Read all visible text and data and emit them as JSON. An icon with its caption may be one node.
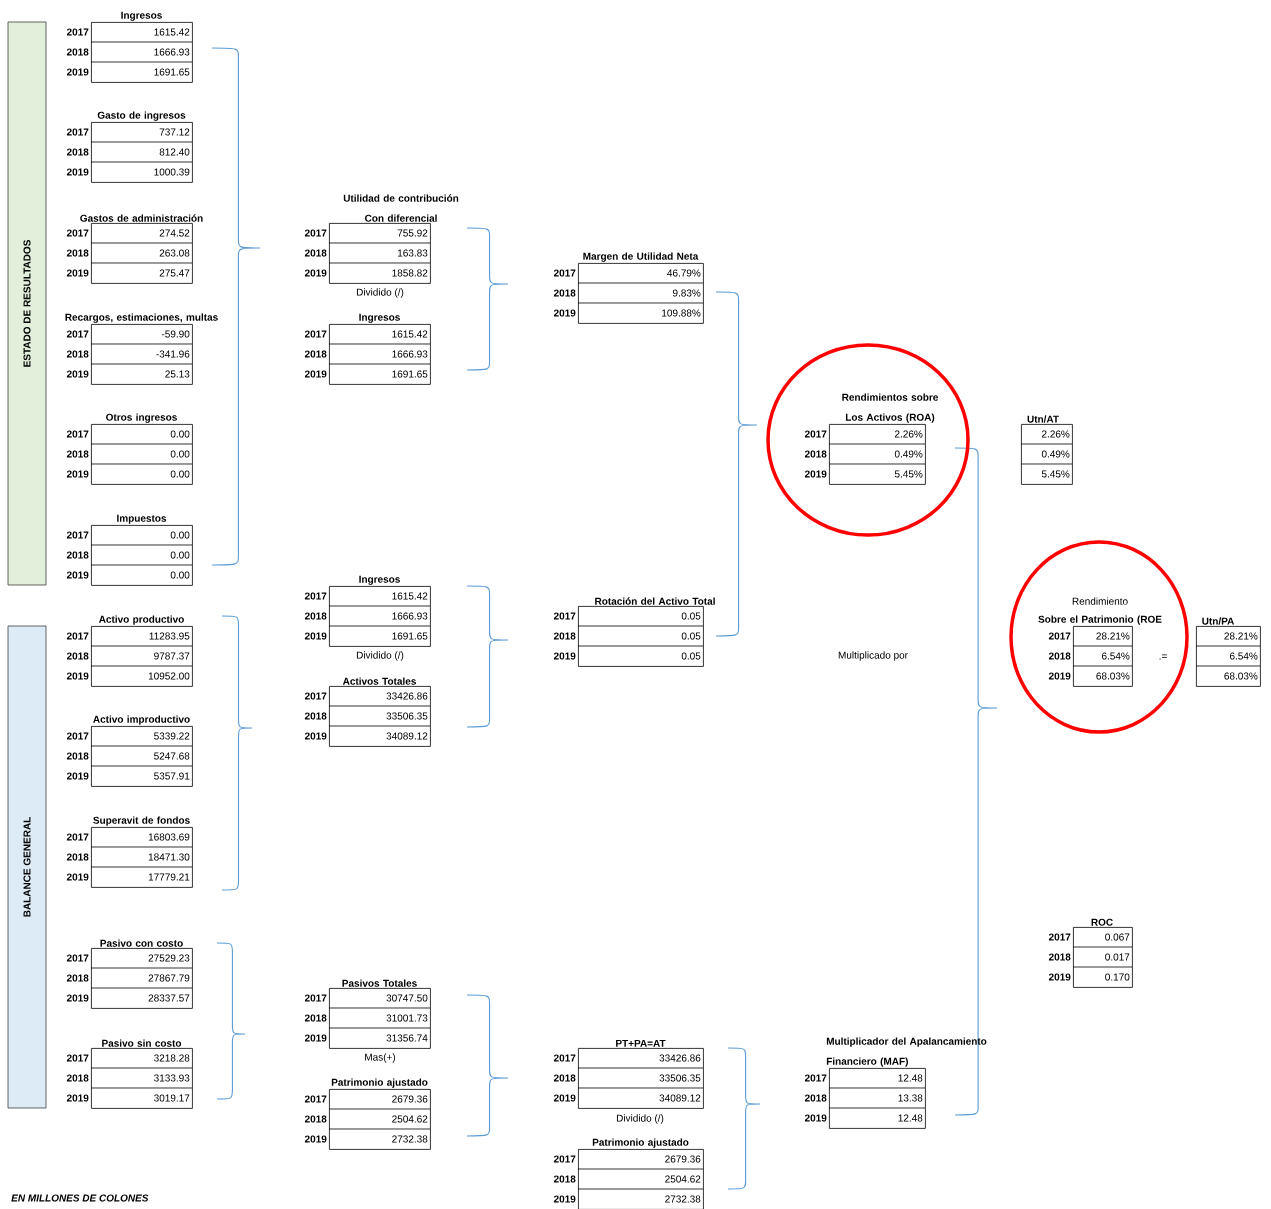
{
  "diagram": {
    "nodes": [
      {
        "text": [
          "ESTADO DE RESULTADOS"
        ]
      },
      {
        "text": [
          "BALANCE GENERAL"
        ]
      },
      {
        "text": [
          "Ingresos",
          "2017",
          "1615.42",
          "2018",
          "1666.93",
          "2019",
          "1691.65"
        ]
      },
      {
        "text": [
          "Gasto de ingresos",
          "2017",
          "737.12",
          "2018",
          "812.40",
          "2019",
          "1000.39"
        ]
      },
      {
        "text": [
          "Gastos de administración",
          "2017",
          "274.52",
          "2018",
          "263.08",
          "2019",
          "275.47"
        ]
      },
      {
        "text": [
          "Recargos, estimaciones, multas",
          "2017",
          "-59.90",
          "2018",
          "-341.96",
          "2019",
          "25.13"
        ]
      },
      {
        "text": [
          "Otros ingresos",
          "2017",
          "0.00",
          "2018",
          "0.00",
          "2019",
          "0.00"
        ]
      },
      {
        "text": [
          "Impuestos",
          "2017",
          "0.00",
          "2018",
          "0.00",
          "2019",
          "0.00"
        ]
      },
      {
        "text": [
          "Activo productivo",
          "2017",
          "11283.95",
          "2018",
          "9787.37",
          "2019",
          "10952.00"
        ]
      },
      {
        "text": [
          "Activo improductivo",
          "2017",
          "5339.22",
          "2018",
          "5247.68",
          "2019",
          "5357.91"
        ]
      },
      {
        "text": [
          "Superavit de fondos",
          "2017",
          "16803.69",
          "2018",
          "18471.30",
          "2019",
          "17779.21"
        ]
      },
      {
        "text": [
          "Pasivo con costo",
          "2017",
          "27529.23",
          "2018",
          "27867.79",
          "2019",
          "28337.57"
        ]
      },
      {
        "text": [
          "Pasivo sin costo",
          "2017",
          "3218.28",
          "2018",
          "3133.93",
          "2019",
          "3019.17"
        ]
      },
      {
        "text": [
          "Utilidad de contribución Con diferencial",
          "2017",
          "755.92",
          "2018",
          "163.83",
          "2019",
          "1858.82"
        ]
      },
      {
        "text": [
          "Ingresos",
          "2017",
          "1615.42",
          "2018",
          "1666.93",
          "2019",
          "1691.65"
        ]
      },
      {
        "text": [
          "Ingresos",
          "2017",
          "1615.42",
          "2018",
          "1666.93",
          "2019",
          "1691.65"
        ]
      },
      {
        "text": [
          "Activos Totales",
          "2017",
          "33426.86",
          "2018",
          "33506.35",
          "2019",
          "34089.12"
        ]
      },
      {
        "text": [
          "Pasivos Totales",
          "2017",
          "30747.50",
          "2018",
          "31001.73",
          "2019",
          "31356.74"
        ]
      },
      {
        "text": [
          "Patrimonio ajustado",
          "2017",
          "2679.36",
          "2018",
          "2504.62",
          "2019",
          "2732.38"
        ]
      },
      {
        "text": [
          "Margen de Utilidad Neta",
          "2017",
          "46.79%",
          "2018",
          "9.83%",
          "2019",
          "109.88%"
        ]
      },
      {
        "text": [
          "Rotación del Activo Total",
          "2017",
          "0.05",
          "2018",
          "0.05",
          "2019",
          "0.05"
        ]
      },
      {
        "text": [
          "PT+PA=AT",
          "2017",
          "33426.86",
          "2018",
          "33506.35",
          "2019",
          "34089.12"
        ]
      },
      {
        "text": [
          "Patrimonio ajustado",
          "2017",
          "2679.36",
          "2018",
          "2504.62",
          "2019",
          "2732.38"
        ]
      },
      {
        "text": [
          "Rendimientos sobre Los Activos (ROA)",
          "2017",
          "2.26%",
          "2018",
          "0.49%",
          "2019",
          "5.45%"
        ]
      },
      {
        "text": [
          "Utn/AT",
          "2.26%",
          "0.49%",
          "5.45%"
        ]
      },
      {
        "text": [
          "Rendimiento",
          "Sobre el Patrimonio (ROE",
          "2017",
          "28.21%",
          "2018",
          "6.54%",
          "2019",
          "68.03%"
        ]
      },
      {
        "text": [
          "Utn/PA",
          "28.21%",
          "6.54%",
          "68.03%"
        ]
      },
      {
        "text": [
          "ROC",
          "2017",
          "0.067",
          "2018",
          "0.017",
          "2019",
          "0.170"
        ]
      },
      {
        "text": [
          "Multiplicador del Apalancamiento Financiero (MAF)",
          "2017",
          "12.48",
          "2018",
          "13.38",
          "2019",
          "12.48"
        ]
      }
    ],
    "labels": [
      "Dividido (/)",
      "Dividido (/)",
      "Multiplicado por",
      ".=",
      "Mas(+)",
      "Dividido (/)",
      "EN MILLONES DE COLONES"
    ]
  }
}
